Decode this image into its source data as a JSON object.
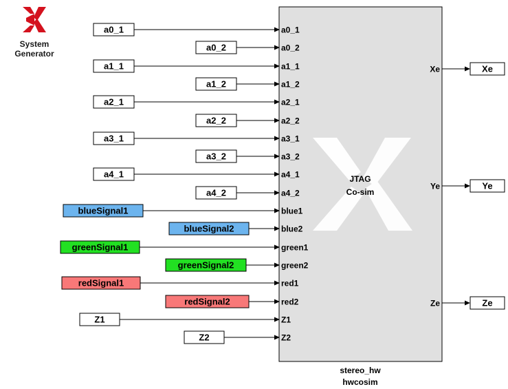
{
  "logo": {
    "line1": "System",
    "line2": "Generator",
    "color": "#d4121e"
  },
  "subsystem": {
    "center_line1": "JTAG",
    "center_line2": "Co-sim",
    "name": "stereo_hw",
    "type": "hwcosim",
    "fill": "#e0e0e0"
  },
  "inputs": [
    {
      "source": "a0_1",
      "port": "a0_1",
      "color": "#ffffff"
    },
    {
      "source": "a0_2",
      "port": "a0_2",
      "color": "#ffffff"
    },
    {
      "source": "a1_1",
      "port": "a1_1",
      "color": "#ffffff"
    },
    {
      "source": "a1_2",
      "port": "a1_2",
      "color": "#ffffff"
    },
    {
      "source": "a2_1",
      "port": "a2_1",
      "color": "#ffffff"
    },
    {
      "source": "a2_2",
      "port": "a2_2",
      "color": "#ffffff"
    },
    {
      "source": "a3_1",
      "port": "a3_1",
      "color": "#ffffff"
    },
    {
      "source": "a3_2",
      "port": "a3_2",
      "color": "#ffffff"
    },
    {
      "source": "a4_1",
      "port": "a4_1",
      "color": "#ffffff"
    },
    {
      "source": "a4_2",
      "port": "a4_2",
      "color": "#ffffff"
    },
    {
      "source": "blueSignal1",
      "port": "blue1",
      "color": "#6cb4ee"
    },
    {
      "source": "blueSignal2",
      "port": "blue2",
      "color": "#6cb4ee"
    },
    {
      "source": "greenSignal1",
      "port": "green1",
      "color": "#22e022"
    },
    {
      "source": "greenSignal2",
      "port": "green2",
      "color": "#22e022"
    },
    {
      "source": "redSignal1",
      "port": "red1",
      "color": "#f87878"
    },
    {
      "source": "redSignal2",
      "port": "red2",
      "color": "#f87878"
    },
    {
      "source": "Z1",
      "port": "Z1",
      "color": "#ffffff"
    },
    {
      "source": "Z2",
      "port": "Z2",
      "color": "#ffffff"
    }
  ],
  "outputs": [
    {
      "port": "Xe",
      "sink": "Xe"
    },
    {
      "port": "Ye",
      "sink": "Ye"
    },
    {
      "port": "Ze",
      "sink": "Ze"
    }
  ]
}
